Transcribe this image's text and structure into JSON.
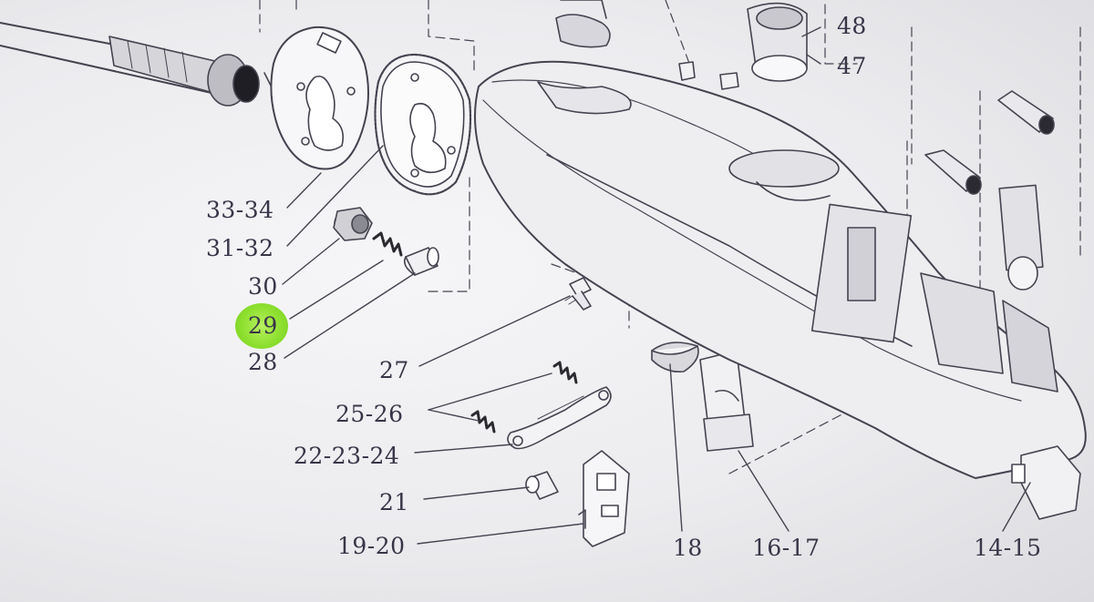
{
  "diagram": {
    "callouts": [
      {
        "id": "c48",
        "text": "48"
      },
      {
        "id": "c47",
        "text": "47"
      },
      {
        "id": "c3334",
        "text": "33-34"
      },
      {
        "id": "c3132",
        "text": "31-32"
      },
      {
        "id": "c30",
        "text": "30"
      },
      {
        "id": "c29",
        "text": "29"
      },
      {
        "id": "c28",
        "text": "28"
      },
      {
        "id": "c27",
        "text": "27"
      },
      {
        "id": "c2526",
        "text": "25-26"
      },
      {
        "id": "c222324",
        "text": "22-23-24"
      },
      {
        "id": "c21",
        "text": "21"
      },
      {
        "id": "c1920",
        "text": "19-20"
      },
      {
        "id": "c18",
        "text": "18"
      },
      {
        "id": "c1617",
        "text": "16-17"
      },
      {
        "id": "c1415",
        "text": "14-15"
      }
    ],
    "highlighted_callout": "29",
    "highlight_color": "#8ee030",
    "ink_color": "#3a3548",
    "line_color": "#4a4a55"
  }
}
